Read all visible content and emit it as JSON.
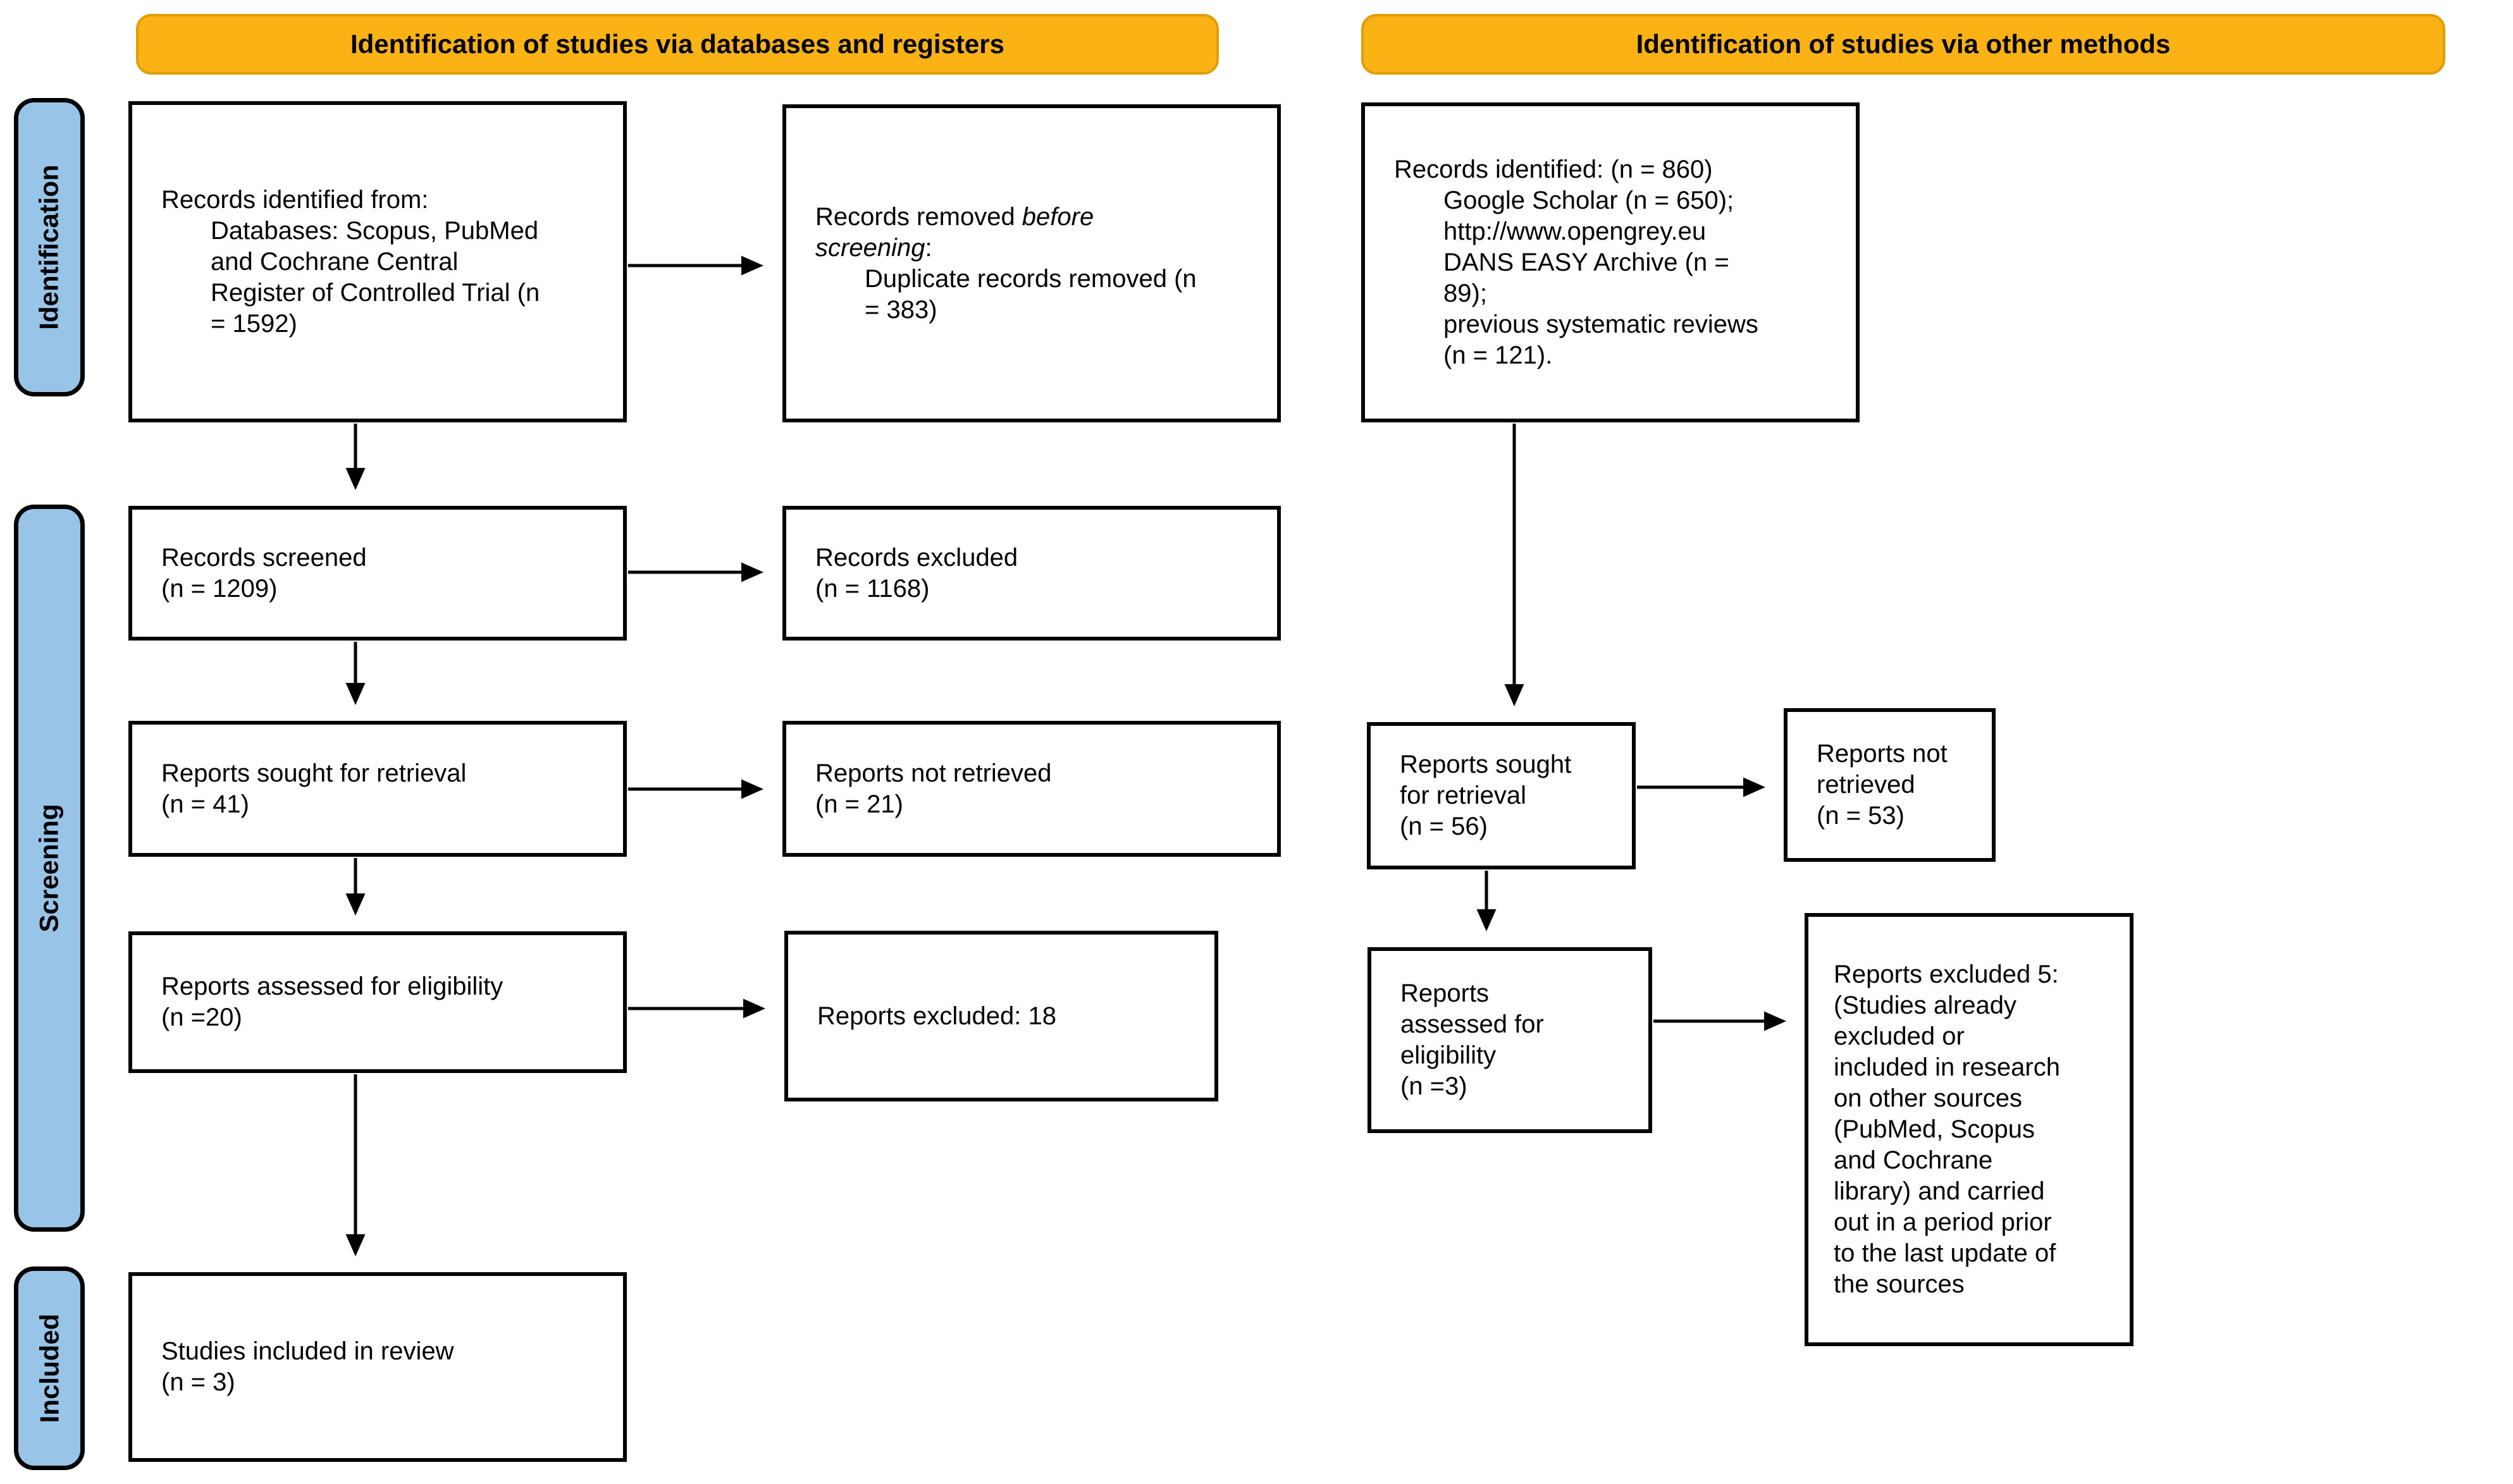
{
  "headers": {
    "left": "Identification of studies via databases and registers",
    "right": "Identification of studies via other methods"
  },
  "sidebar": {
    "identification": "Identification",
    "screening": "Screening",
    "included": "Included"
  },
  "colors": {
    "header_bg": "#FBB215",
    "header_border": "#DF9E06",
    "sidebar_bg": "#97C4E7",
    "box_border": "#000000"
  },
  "boxes": [
    {
      "id": "records-identified-databases",
      "lines": [
        {
          "t": "Records identified from:"
        },
        {
          "t": "Databases: Scopus, PubMed",
          "indent": true
        },
        {
          "t": "and Cochrane Central",
          "indent": true
        },
        {
          "t": "Register of Controlled Trial (n",
          "indent": true
        },
        {
          "t": "= 1592)",
          "indent": true
        }
      ]
    },
    {
      "id": "records-removed-before-screening",
      "lines": [
        {
          "seg": [
            {
              "t": "Records removed "
            },
            {
              "t": "before",
              "i": true
            }
          ]
        },
        {
          "seg": [
            {
              "t": "screening",
              "i": true
            },
            {
              "t": ":"
            }
          ]
        },
        {
          "t": "Duplicate records removed (n",
          "indent": true
        },
        {
          "t": "= 383)",
          "indent": true
        }
      ]
    },
    {
      "id": "records-identified-other",
      "lines": [
        {
          "t": "Records identified: (n = 860)"
        },
        {
          "t": "Google Scholar (n = 650);",
          "indent": true
        },
        {
          "t": "http://www.opengrey.eu",
          "indent": true
        },
        {
          "t": "DANS EASY Archive (n =",
          "indent": true
        },
        {
          "t": "89);",
          "indent": true
        },
        {
          "t": "previous systematic reviews",
          "indent": true
        },
        {
          "t": "(n = 121).",
          "indent": true
        }
      ]
    },
    {
      "id": "records-screened",
      "lines": [
        {
          "t": "Records screened"
        },
        {
          "t": "(n = 1209)"
        }
      ]
    },
    {
      "id": "records-excluded",
      "lines": [
        {
          "t": "Records excluded"
        },
        {
          "t": "(n = 1168)"
        }
      ]
    },
    {
      "id": "reports-sought-databases",
      "lines": [
        {
          "t": "Reports sought for retrieval"
        },
        {
          "t": "(n = 41)"
        }
      ]
    },
    {
      "id": "reports-not-retrieved-databases",
      "lines": [
        {
          "t": "Reports not retrieved"
        },
        {
          "t": "(n = 21)"
        }
      ]
    },
    {
      "id": "reports-assessed-databases",
      "lines": [
        {
          "t": "Reports assessed for eligibility"
        },
        {
          "t": "(n =20)"
        }
      ]
    },
    {
      "id": "reports-excluded-18",
      "lines": [
        {
          "t": "Reports excluded: 18"
        }
      ]
    },
    {
      "id": "reports-sought-other",
      "lines": [
        {
          "t": "Reports sought"
        },
        {
          "t": "for retrieval"
        },
        {
          "t": "(n = 56)"
        }
      ]
    },
    {
      "id": "reports-not-retrieved-other",
      "lines": [
        {
          "t": "Reports not"
        },
        {
          "t": "retrieved"
        },
        {
          "t": "(n = 53)"
        }
      ]
    },
    {
      "id": "reports-assessed-other",
      "lines": [
        {
          "t": "Reports"
        },
        {
          "t": "assessed for"
        },
        {
          "t": "eligibility"
        },
        {
          "t": "(n =3)"
        }
      ]
    },
    {
      "id": "reports-excluded-5",
      "lines": [
        {
          "t": "Reports excluded 5:"
        },
        {
          "t": "(Studies already"
        },
        {
          "t": "excluded or"
        },
        {
          "t": "included in research"
        },
        {
          "t": "on other sources"
        },
        {
          "t": "(PubMed, Scopus"
        },
        {
          "t": "and Cochrane"
        },
        {
          "t": "library) and carried"
        },
        {
          "t": "out in a period prior"
        },
        {
          "t": "to the last update of"
        },
        {
          "t": "the sources"
        }
      ]
    },
    {
      "id": "studies-included",
      "lines": [
        {
          "t": "Studies included in review"
        },
        {
          "t": "(n = 3)"
        }
      ]
    }
  ]
}
